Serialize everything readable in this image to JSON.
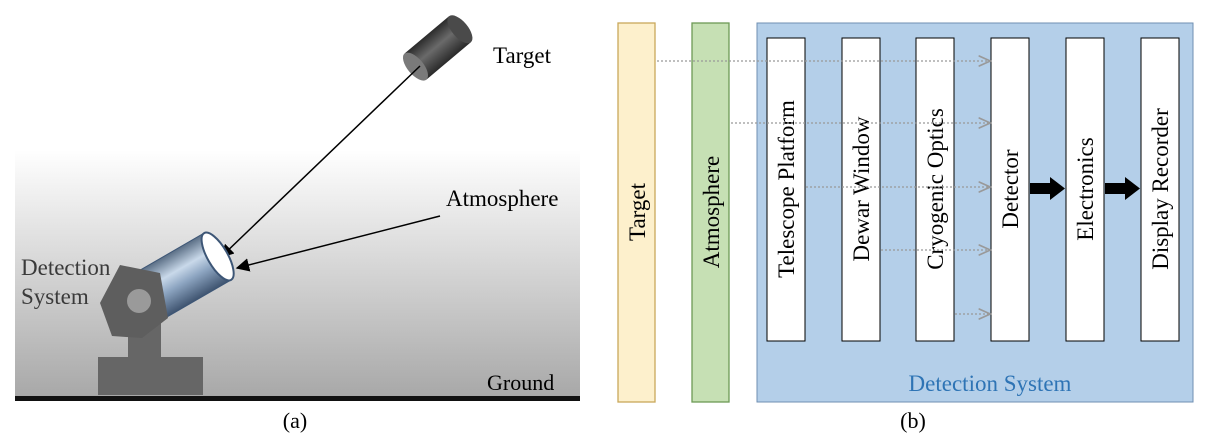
{
  "panel_a": {
    "caption": "(a)",
    "labels": {
      "target": "Target",
      "atmosphere": "Atmosphere",
      "detection_line1": "Detection",
      "detection_line2": "System",
      "ground": "Ground"
    }
  },
  "panel_b": {
    "caption": "(b)",
    "target_label": "Target",
    "atmosphere_label": "Atmosphere",
    "detection_system_label": "Detection System",
    "components": [
      "Telescope Platform",
      "Dewar Window",
      "Cryogenic Optics",
      "Detector",
      "Electronics",
      "Display Recorder"
    ]
  },
  "colors": {
    "target_fill": "#fdf0cc",
    "target_stroke": "#c9a85a",
    "atmosphere_fill": "#c6e0b4",
    "atmosphere_stroke": "#6d9a56",
    "detection_fill": "#b4cfe9",
    "detection_stroke": "#6f8fb2",
    "detection_text": "#2e74b5",
    "dotted_arrow": "#999999"
  }
}
